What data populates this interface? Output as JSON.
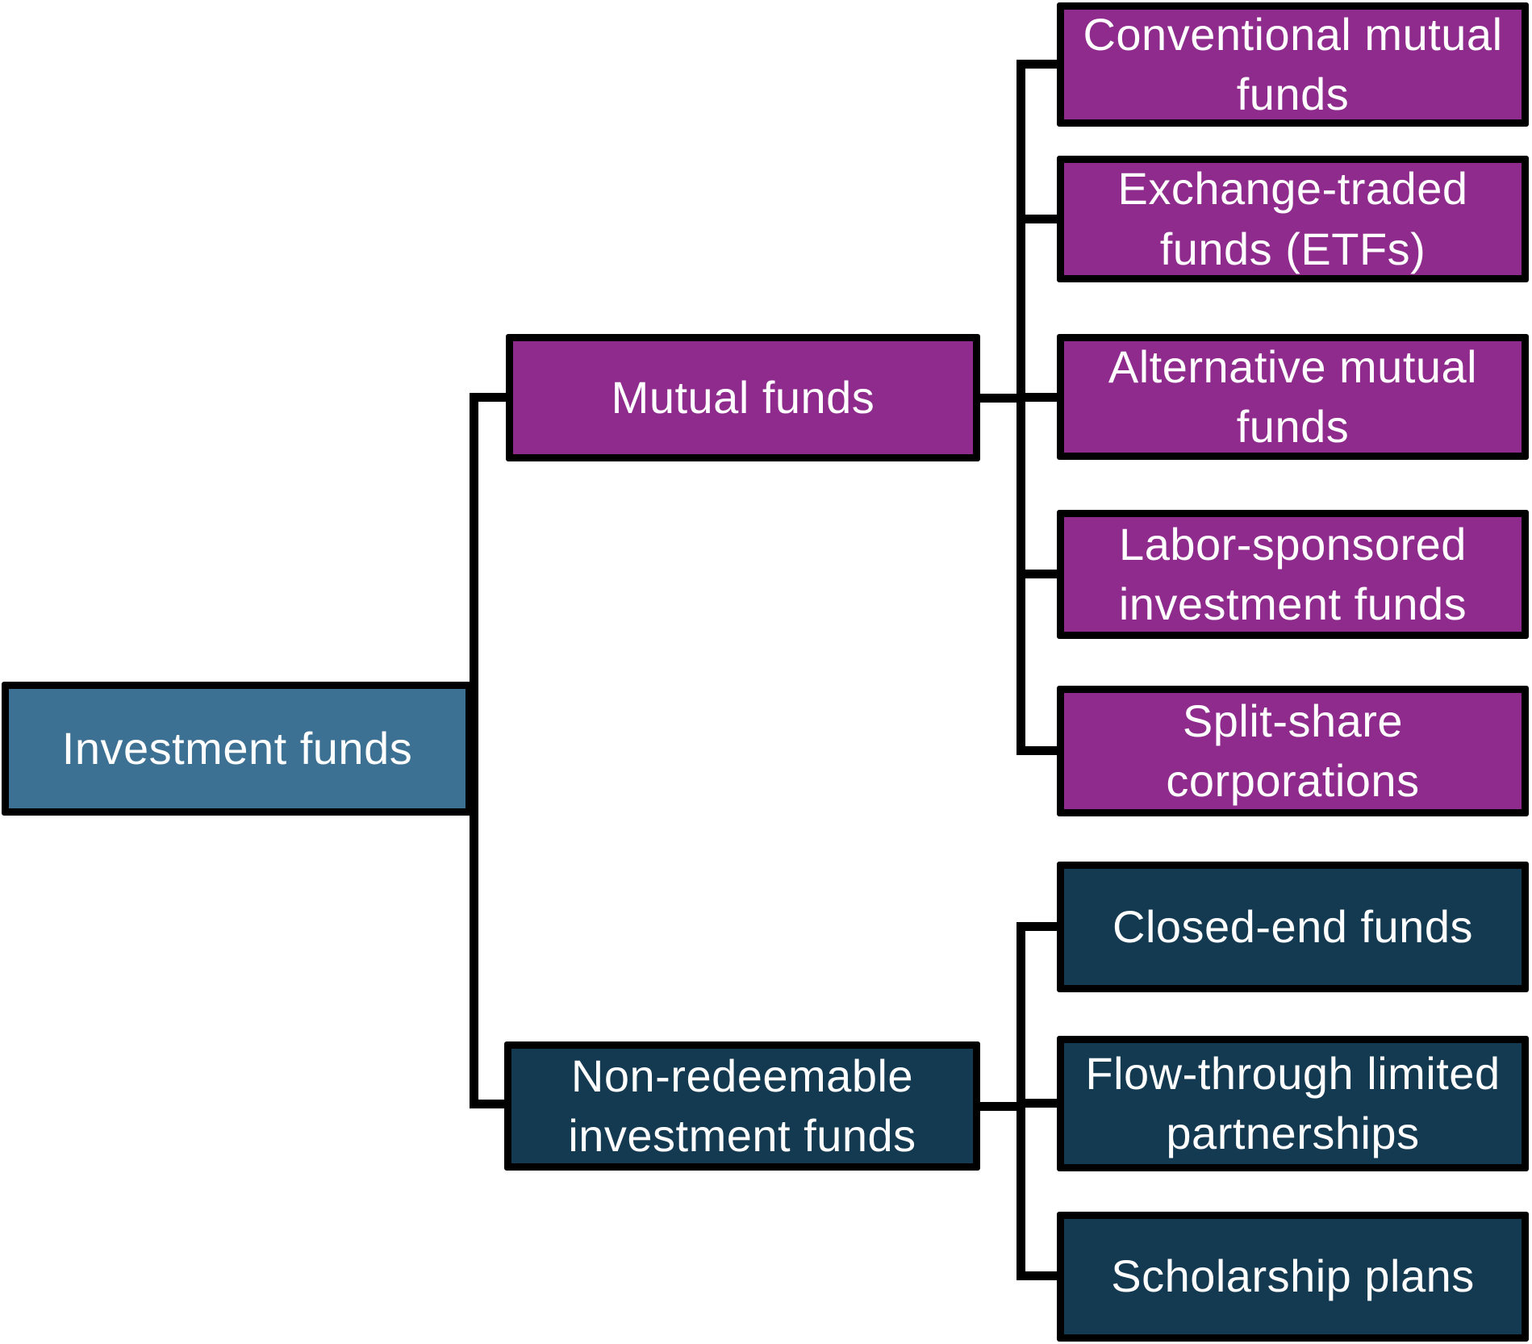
{
  "diagram": {
    "type": "hierarchy-flowchart",
    "background": "#FFFFFF",
    "line_color": "#000000",
    "text_color": "#FFFFFF",
    "root": {
      "label": "Investment funds",
      "color": "#3C7193"
    },
    "branches": [
      {
        "label": "Mutual funds",
        "color": "#8E2B8C",
        "children": [
          "Conventional mutual funds",
          "Exchange-traded funds (ETFs)",
          "Alternative mutual funds",
          "Labor-sponsored investment funds",
          "Split-share corporations"
        ]
      },
      {
        "label": "Non-redeemable investment funds",
        "color": "#143A52",
        "children": [
          "Closed-end funds",
          "Flow-through limited partnerships",
          "Scholarship plans"
        ]
      }
    ]
  }
}
